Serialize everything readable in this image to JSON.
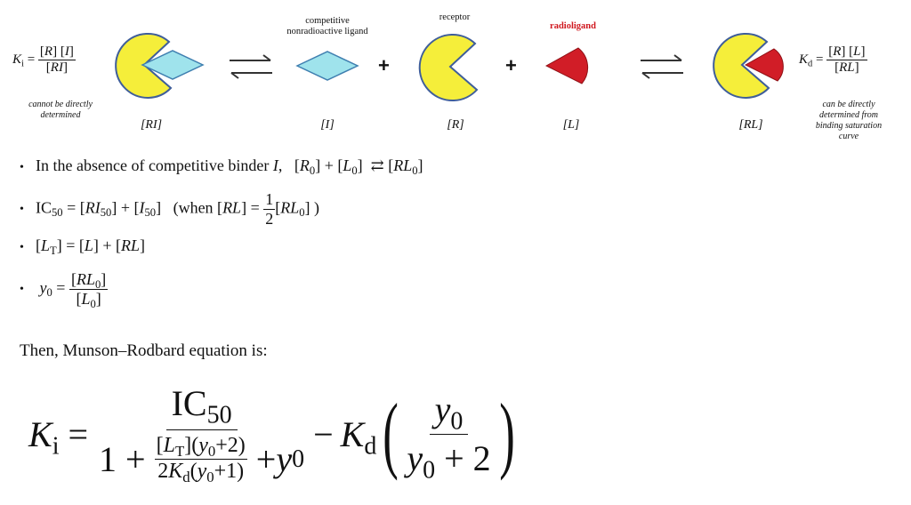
{
  "labels": {
    "competitive_ligand": "competitive nonradioactive ligand",
    "receptor": "receptor",
    "radioligand": "radioligand",
    "RI": "[RI]",
    "I": "[I]",
    "R": "[R]",
    "L": "[L]",
    "RL": "[RL]",
    "plus": "+"
  },
  "notes": {
    "ki_note": "cannot be directly determined",
    "kd_note": "can be directly determined from binding saturation curve"
  },
  "bullets": {
    "b1_text": "In the absence of competitive binder",
    "b4_prefix": "y"
  },
  "munson_intro": "Then, Munson–Rodbard equation is:",
  "colors": {
    "receptor_fill": "#f5ee3a",
    "receptor_stroke": "#3f5e9a",
    "ligand_fill": "#9fe3ec",
    "radioligand_fill": "#d11d27"
  }
}
